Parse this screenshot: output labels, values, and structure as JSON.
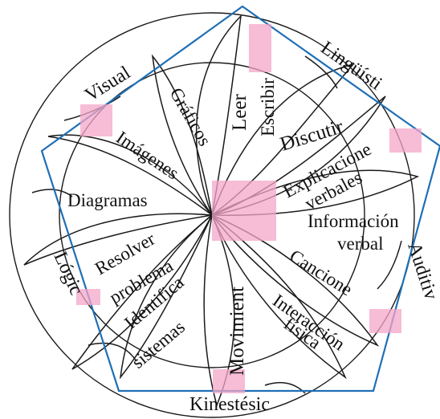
{
  "outer_labels": {
    "visual": "Visual",
    "linguistic": "Lingüísti",
    "auditory": "Auditiv",
    "kinesthetic": "Kinestésic",
    "logic": "Lógic"
  },
  "inner_labels": {
    "graficos": "Gráficos",
    "leer": "Leer",
    "escribir": "Escribir",
    "discutir": "Discutir",
    "imagenes": "Imágenes",
    "explicaciones": "Explicacione",
    "verbales": "verbales",
    "diagramas": "Diagramas",
    "informacion": "Información",
    "verbal": "verbal",
    "resolver": "Resolver",
    "problema": "problema",
    "identifica": "Identifica",
    "sistemas": "sistemas",
    "movimiento": "Movimient",
    "canciones": "Cancione",
    "interaccion": "Interacción",
    "fisica": "física"
  },
  "colors": {
    "pentagon": "#1f6fb5",
    "lines": "#1a1a1a",
    "highlight": "#f4a6c8"
  }
}
